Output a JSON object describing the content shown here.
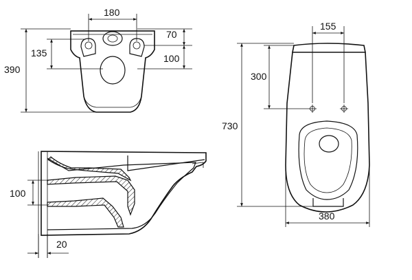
{
  "dimensions": {
    "front_view": {
      "top_width": "180",
      "upper_offset": "70",
      "lower_offset": "100",
      "bracket_height": "135",
      "total_height": "390"
    },
    "side_view": {
      "inlet_height": "100",
      "wall_gap": "20"
    },
    "top_view": {
      "bolt_spacing": "155",
      "bolt_from_back": "300",
      "total_length": "730",
      "total_width": "380"
    }
  }
}
